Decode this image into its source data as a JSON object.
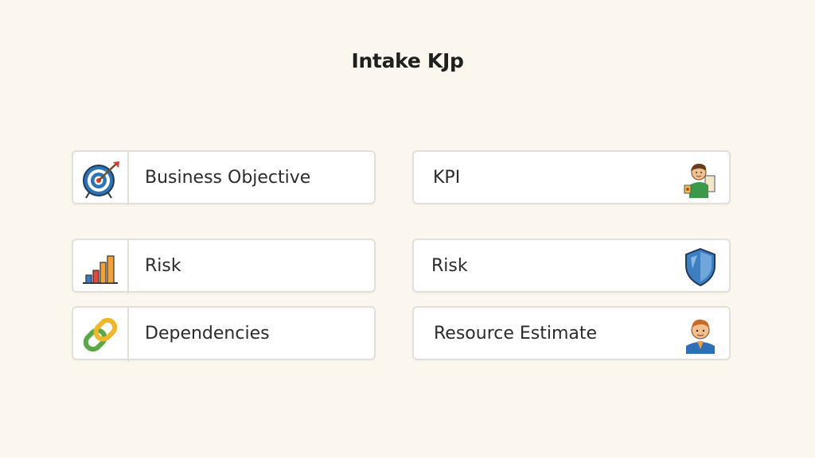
{
  "page": {
    "title": "Intake KJp"
  },
  "left_column": [
    {
      "label": "Business Objective",
      "icon": "target-arrow-icon"
    },
    {
      "label": "Risk",
      "icon": "bar-chart-icon"
    },
    {
      "label": "Dependencies",
      "icon": "chain-link-icon"
    }
  ],
  "right_column": [
    {
      "label": "KPI",
      "icon": "person-with-sign-icon"
    },
    {
      "label": "Risk",
      "icon": "shield-icon"
    },
    {
      "label": "Resource Estimate",
      "icon": "person-avatar-icon"
    }
  ]
}
